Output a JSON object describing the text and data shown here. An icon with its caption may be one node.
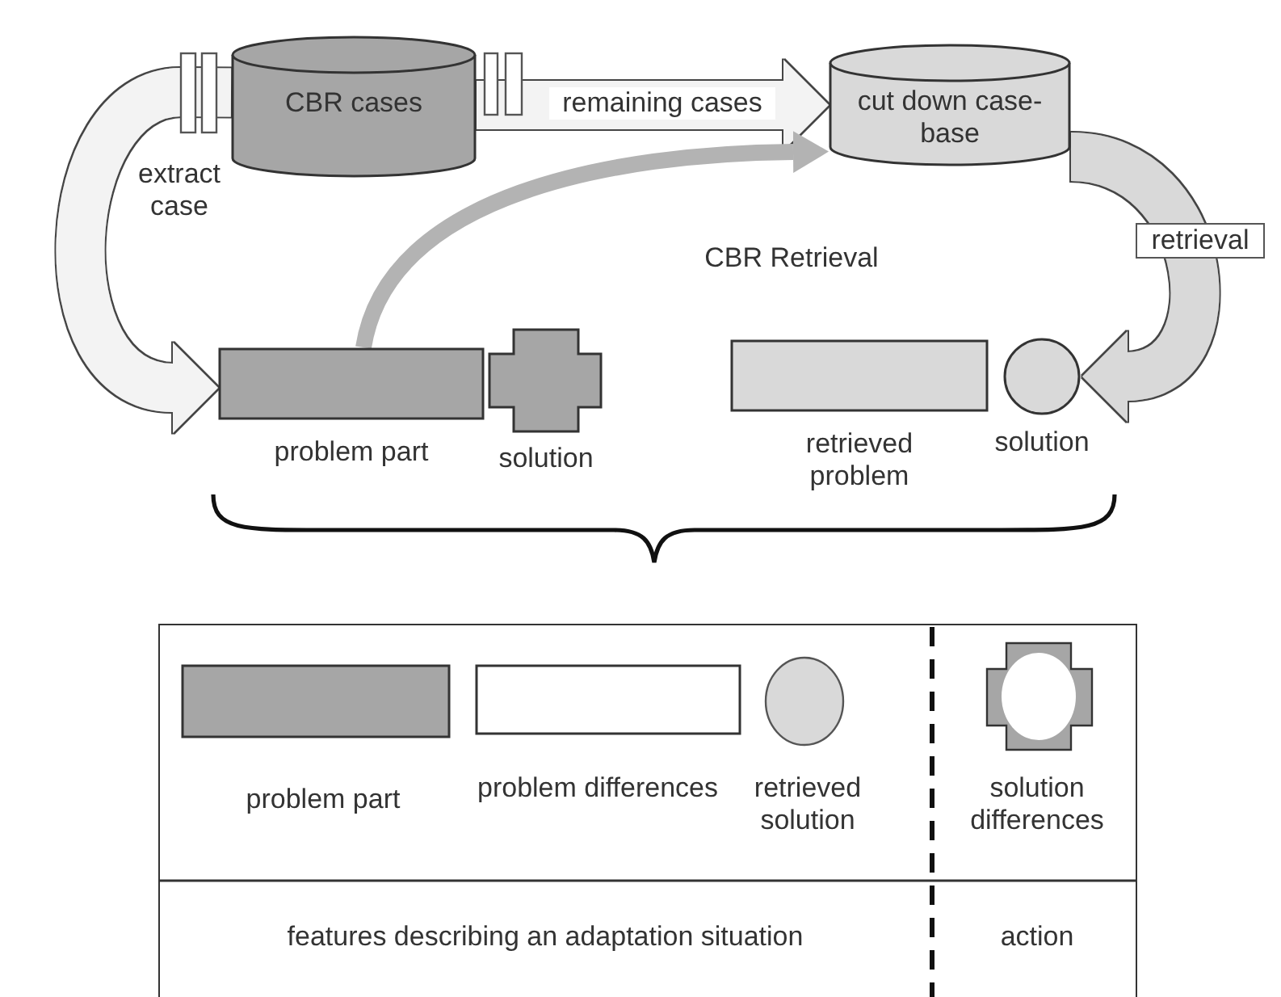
{
  "diagram": {
    "nodes": [
      {
        "text": [
          "CBR cases"
        ]
      },
      {
        "text": [
          "cut down case-base"
        ]
      },
      {
        "text": [
          "problem part"
        ]
      },
      {
        "text": [
          "solution"
        ]
      },
      {
        "text": [
          "retrieved problem"
        ]
      },
      {
        "text": [
          "solution"
        ]
      }
    ],
    "edges": [
      {
        "from": 0,
        "to": 2,
        "arrow": "to",
        "label": "extract case"
      },
      {
        "from": 0,
        "to": 1,
        "arrow": "to",
        "label": "remaining cases"
      },
      {
        "from": 1,
        "to": 5,
        "arrow": "to",
        "label": "retrieval",
        "color": "#d9d9d9"
      },
      {
        "from": 2,
        "to": 1,
        "arrow": "to",
        "color": "#b3b3b3"
      }
    ],
    "labels": [
      "CBR Retrieval",
      "problem part",
      "problem differences",
      "retrieved solution",
      "solution differences",
      "features describing an adaptation situation",
      "action"
    ]
  }
}
